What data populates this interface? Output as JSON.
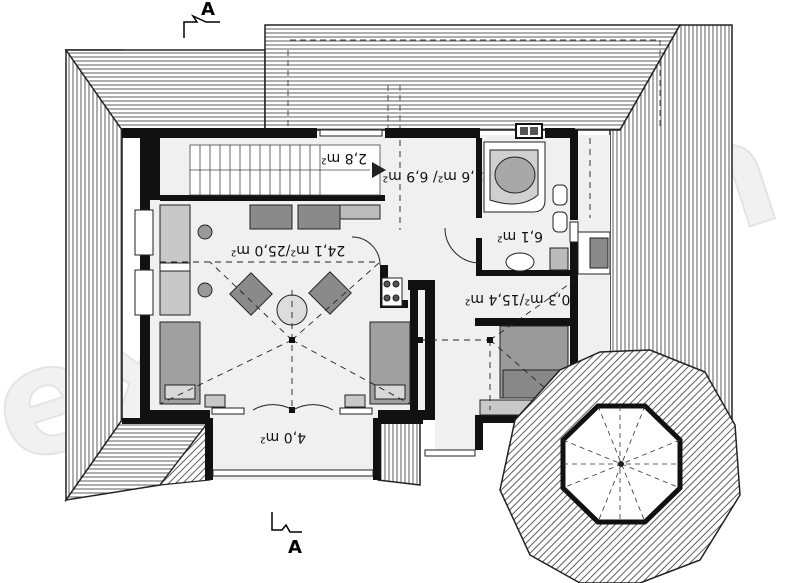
{
  "section_marks": {
    "top": "A",
    "bottom": "A"
  },
  "rooms": [
    {
      "id": "stair",
      "area": "2,8 m²"
    },
    {
      "id": "hall",
      "area": "5,6 m²/ 6,9 m²"
    },
    {
      "id": "bath",
      "area": "6,1 m²"
    },
    {
      "id": "bedroom-main",
      "area": "24,1 m²/25,0 m²"
    },
    {
      "id": "bedroom-right",
      "area": "10,3 m²/15,4 m²"
    },
    {
      "id": "balcony",
      "area": "4,0 m²"
    }
  ],
  "watermark": "extradom",
  "colors": {
    "wall": "#111111",
    "roof_line": "#333333",
    "floor": "#efefef",
    "furniture": "#8a8a8a"
  }
}
